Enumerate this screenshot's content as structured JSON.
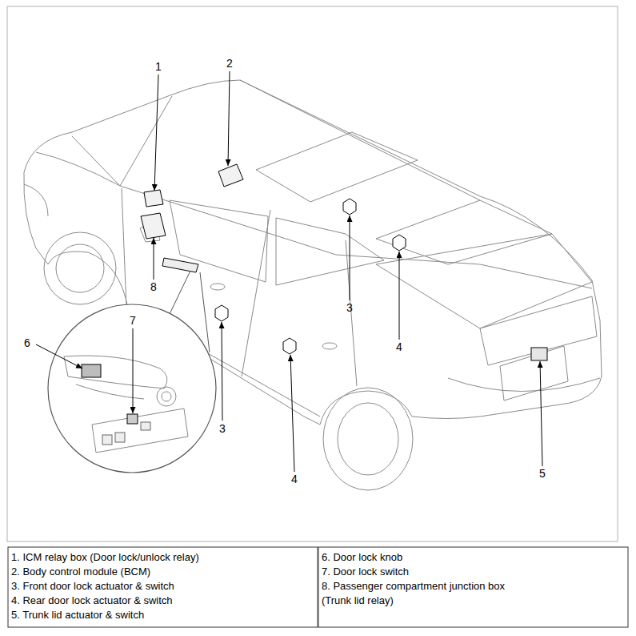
{
  "diagram": {
    "labels": [
      "2",
      "1",
      "8",
      "3",
      "7",
      "6",
      "4",
      "3",
      "5",
      "4",
      "1. ICM relay box (Door lock/unlock relay)",
      "2. Body control module (BCM)",
      "3. Front door lock actuator & switch",
      "4. Rear door lock actuator & switch",
      "5. Trunk lid actuator & switch",
      "6. Door lock knob",
      "7. Door lock switch",
      "8. Passenger compartment junction box (Trunk lid relay)"
    ]
  }
}
